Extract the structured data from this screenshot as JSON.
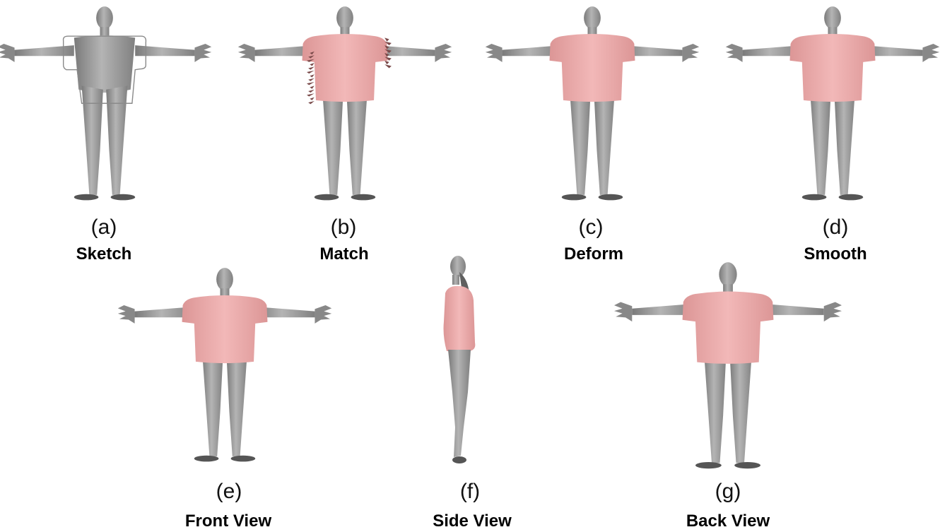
{
  "panels": [
    {
      "id": "a",
      "letter": "(a)",
      "caption": "Sketch",
      "mode": "sketch",
      "shirt_color": "#e8a8a8"
    },
    {
      "id": "b",
      "letter": "(b)",
      "caption": "Match",
      "mode": "match",
      "shirt_color": "#e8a8a8"
    },
    {
      "id": "c",
      "letter": "(c)",
      "caption": "Deform",
      "mode": "deform",
      "shirt_color": "#e8a8a8"
    },
    {
      "id": "d",
      "letter": "(d)",
      "caption": "Smooth",
      "mode": "smooth",
      "shirt_color": "#e8a8a8"
    },
    {
      "id": "e",
      "letter": "(e)",
      "caption": "Front View",
      "mode": "front",
      "shirt_color": "#e8a8a8"
    },
    {
      "id": "f",
      "letter": "(f)",
      "caption": "Side View",
      "mode": "side",
      "shirt_color": "#e8a8a8"
    },
    {
      "id": "g",
      "letter": "(g)",
      "caption": "Back View",
      "mode": "back",
      "shirt_color": "#e8a8a8"
    }
  ],
  "colors": {
    "body": "#9a9a9a",
    "body_dark": "#6f6f6f",
    "shirt": "#eaa9a9",
    "sketch_line": "#8a8a8a",
    "match_noise": "#7a4a4a"
  }
}
